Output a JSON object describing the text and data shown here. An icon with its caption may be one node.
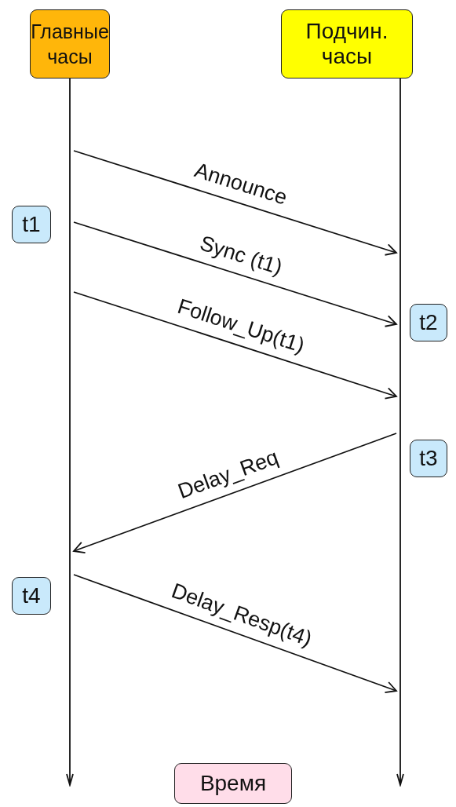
{
  "diagram": {
    "nodes": [
      {
        "text": [
          "Главные часы"
        ]
      },
      {
        "text": [
          "Подчин. часы"
        ]
      },
      {
        "text": [],
        "shape": "line"
      },
      {
        "text": [],
        "shape": "line"
      },
      {
        "text": [
          "t1"
        ]
      },
      {
        "text": [
          "t2"
        ]
      },
      {
        "text": [
          "t3"
        ]
      },
      {
        "text": [
          "t4"
        ]
      },
      {
        "text": [
          "Время"
        ]
      }
    ],
    "edges": [
      {
        "from": 2,
        "to": 3,
        "arrow": "to",
        "label": "Announce"
      },
      {
        "from": 2,
        "to": 3,
        "arrow": "to",
        "label": "Sync (t1)"
      },
      {
        "from": 2,
        "to": 3,
        "arrow": "to",
        "label": "Follow_Up(t1)"
      },
      {
        "from": 3,
        "to": 2,
        "arrow": "to",
        "label": "Delay_Req"
      },
      {
        "from": 2,
        "to": 3,
        "arrow": "to",
        "label": "Delay_Resp(t4)"
      }
    ]
  }
}
